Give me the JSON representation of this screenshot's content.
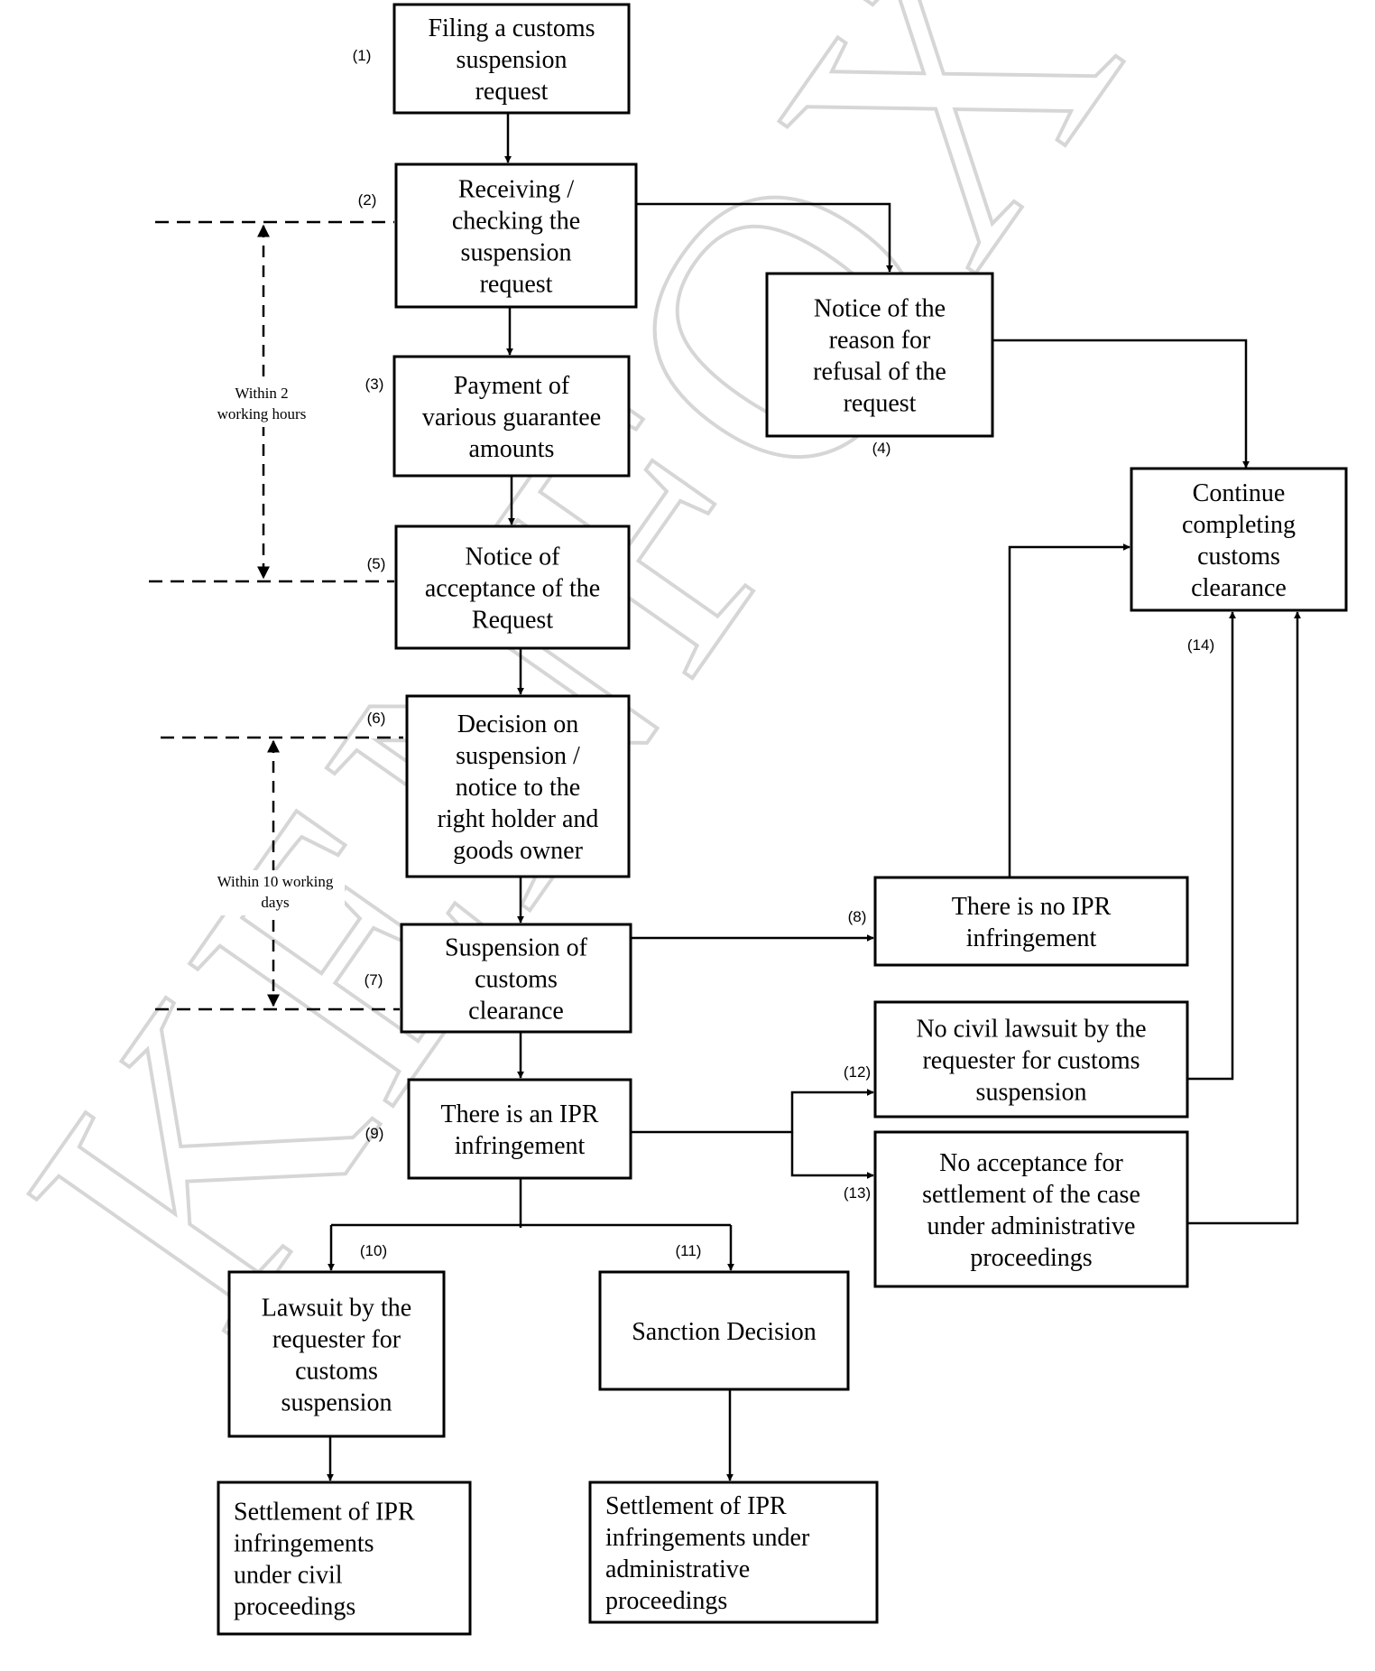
{
  "watermark": "KENFOX",
  "nodes": [
    {
      "id": "n1",
      "num": "(1)",
      "lines": [
        "Filing a customs",
        "suspension",
        "request"
      ]
    },
    {
      "id": "n2",
      "num": "(2)",
      "lines": [
        "Receiving /",
        "checking the",
        "suspension",
        "request"
      ]
    },
    {
      "id": "n3",
      "num": "(3)",
      "lines": [
        "Payment of",
        "various guarantee",
        "amounts"
      ]
    },
    {
      "id": "n4",
      "num": "(4)",
      "lines": [
        "Notice of the",
        "reason for",
        "refusal of the",
        "request"
      ]
    },
    {
      "id": "n5",
      "num": "(5)",
      "lines": [
        "Notice of",
        "acceptance of the",
        "Request"
      ]
    },
    {
      "id": "n6",
      "num": "(6)",
      "lines": [
        "Decision on",
        "suspension /",
        "notice to the",
        "right holder and",
        "goods owner"
      ]
    },
    {
      "id": "n7",
      "num": "(7)",
      "lines": [
        "Suspension of",
        "customs",
        "clearance"
      ]
    },
    {
      "id": "n8",
      "num": "(8)",
      "lines": [
        "There is no IPR",
        "infringement"
      ]
    },
    {
      "id": "n9",
      "num": "(9)",
      "lines": [
        "There is an IPR",
        "infringement"
      ]
    },
    {
      "id": "n10",
      "num": "(10)",
      "lines": [
        "Lawsuit by the",
        "requester for",
        "customs",
        "suspension"
      ]
    },
    {
      "id": "n11",
      "num": "(11)",
      "lines": [
        "Sanction Decision"
      ]
    },
    {
      "id": "n12",
      "num": "(12)",
      "lines": [
        "No civil lawsuit by the",
        "requester for customs",
        "suspension"
      ]
    },
    {
      "id": "n13",
      "num": "(13)",
      "lines": [
        "No acceptance for",
        "settlement of the case",
        "under administrative",
        "proceedings"
      ]
    },
    {
      "id": "n14",
      "num": "(14)",
      "lines": [
        "Continue",
        "completing",
        "customs",
        "clearance"
      ]
    },
    {
      "id": "n15",
      "num": "",
      "lines": [
        "Settlement of IPR",
        "infringements",
        "under civil",
        "proceedings"
      ]
    },
    {
      "id": "n16",
      "num": "",
      "lines": [
        "Settlement of IPR",
        "infringements under",
        "administrative",
        "proceedings"
      ]
    }
  ],
  "time_spans": [
    {
      "id": "span1",
      "lines": [
        "Within 2",
        "working hours"
      ]
    },
    {
      "id": "span2",
      "lines": [
        "Within 10 working",
        "days"
      ]
    }
  ]
}
